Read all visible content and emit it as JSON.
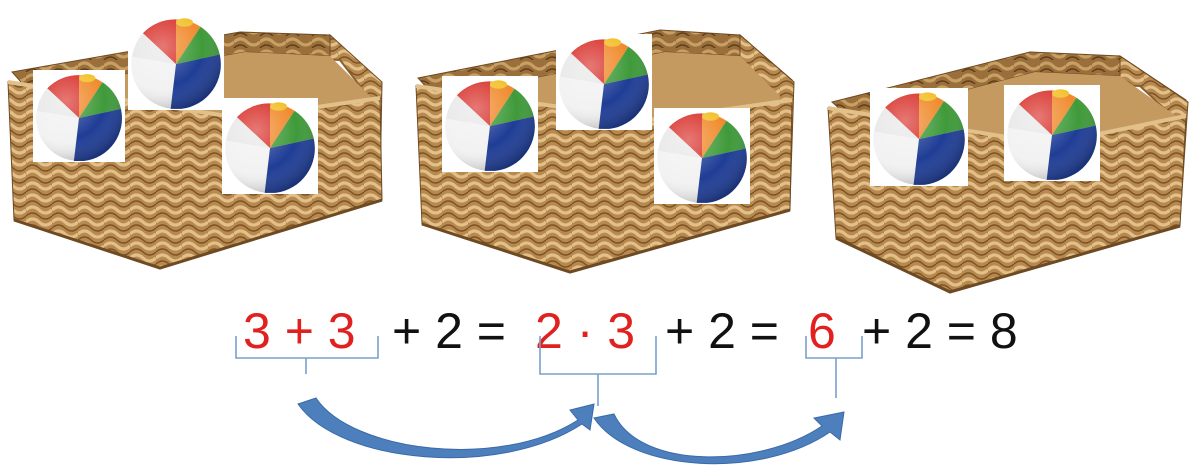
{
  "colors": {
    "background": "#ffffff",
    "basket_light": "#c9a56b",
    "basket_mid": "#a87c45",
    "basket_dark": "#6e4a22",
    "ball_red": "#d8302a",
    "ball_orange": "#f08a2c",
    "ball_yellow": "#f2c230",
    "ball_green": "#3f9a3a",
    "ball_blue": "#1f3d96",
    "ball_white": "#f2f2f2",
    "highlight_red": "#e0211f",
    "text_black": "#111111",
    "bracket": "#7aa0cc",
    "arrow": "#4d7fbd"
  },
  "baskets": [
    {
      "name": "basket-1",
      "ball_count": 3
    },
    {
      "name": "basket-2",
      "ball_count": 3
    },
    {
      "name": "basket-3",
      "ball_count": 2
    }
  ],
  "equation": {
    "tokens": [
      {
        "text": "3 + 3",
        "highlight": true
      },
      {
        "text": "+ 2 =",
        "highlight": false
      },
      {
        "text": "2 · 3",
        "highlight": true
      },
      {
        "text": "+ 2 =",
        "highlight": false
      },
      {
        "text": "6",
        "highlight": true
      },
      {
        "text": "+ 2 = 8",
        "highlight": false
      }
    ]
  },
  "icons": [
    "basket-icon",
    "beach-ball-icon",
    "curved-arrow-icon",
    "brace-icon"
  ]
}
